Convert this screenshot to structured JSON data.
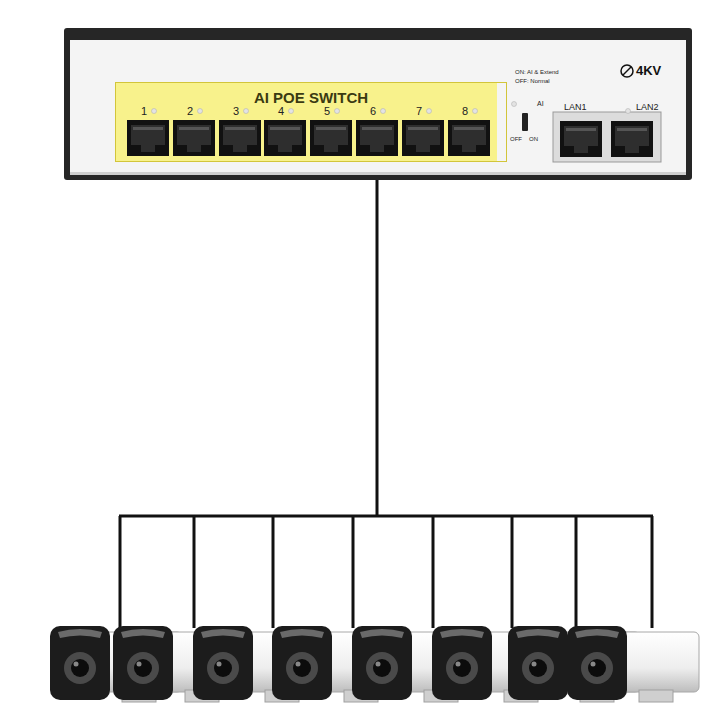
{
  "diagram": {
    "nodes": [
      {
        "text": [
          "AI POE SWITCH"
        ]
      }
    ],
    "labels": [
      "1",
      "2",
      "3",
      "4",
      "5",
      "6",
      "7",
      "8",
      "ON: AI & Extend",
      "OFF: Normal",
      "AI",
      "OFF",
      "ON",
      "LAN1",
      "LAN2",
      "4KV"
    ]
  }
}
